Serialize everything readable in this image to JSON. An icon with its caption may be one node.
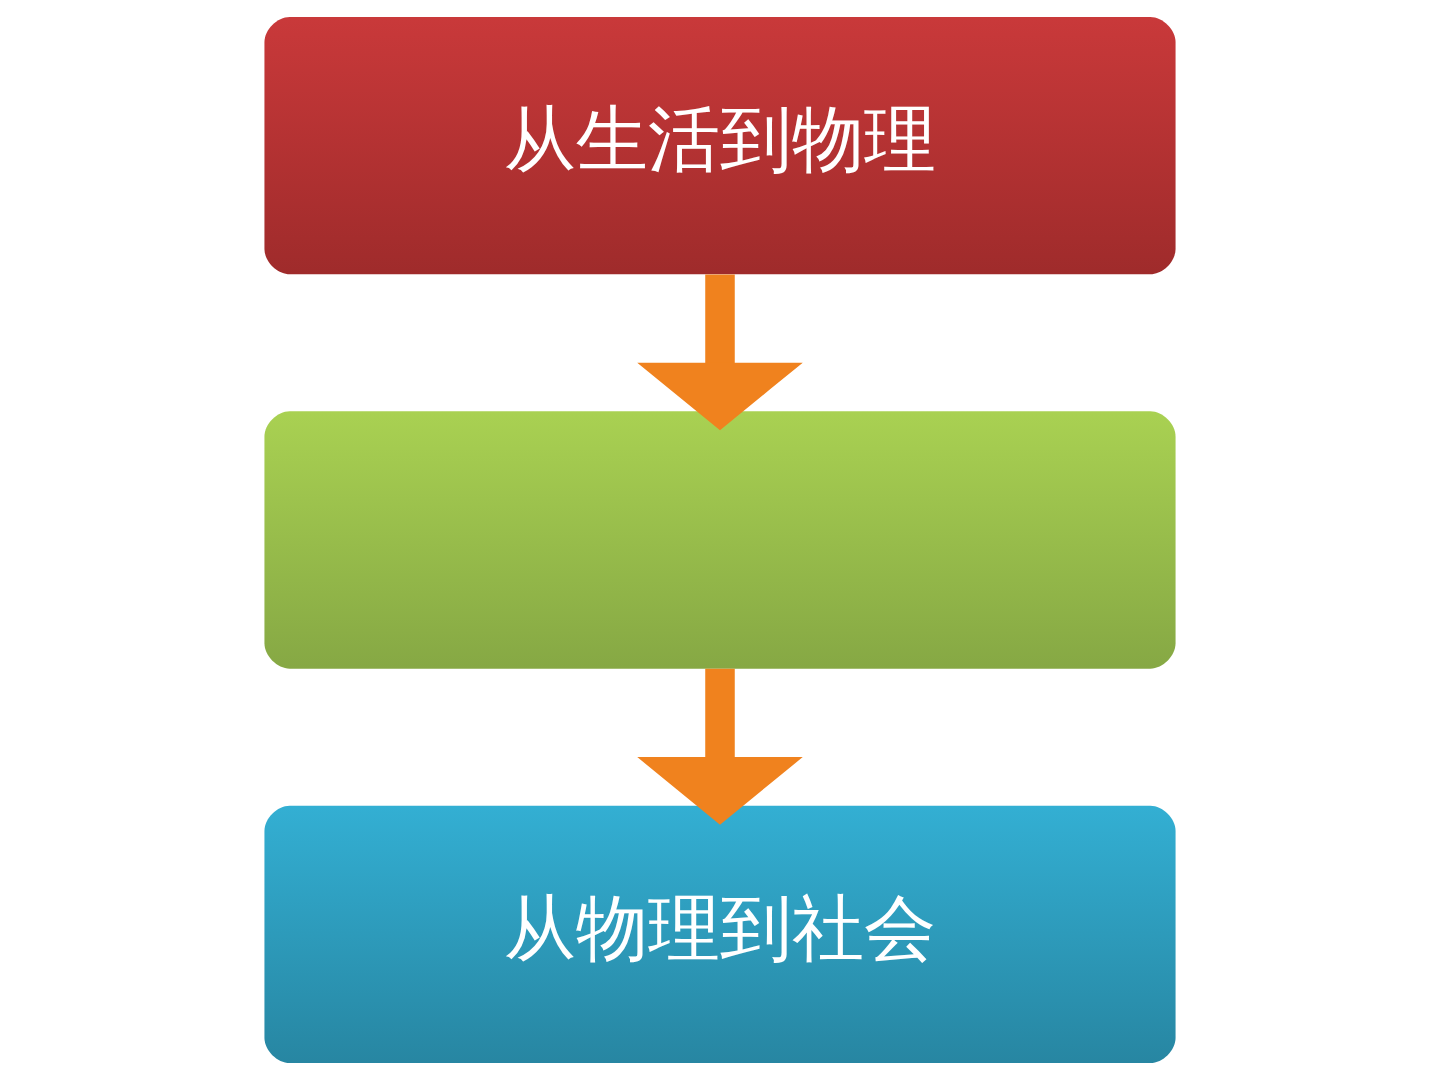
{
  "diagram": {
    "nodes": [
      {
        "text": [
          "从生活到物理"
        ]
      },
      {
        "text": [],
        "shape": "box"
      },
      {
        "text": [
          "从物理到社会"
        ]
      }
    ],
    "edges": [
      {
        "from": 0,
        "to": 1,
        "arrow": "to"
      },
      {
        "from": 1,
        "to": 2,
        "arrow": "to"
      }
    ]
  }
}
